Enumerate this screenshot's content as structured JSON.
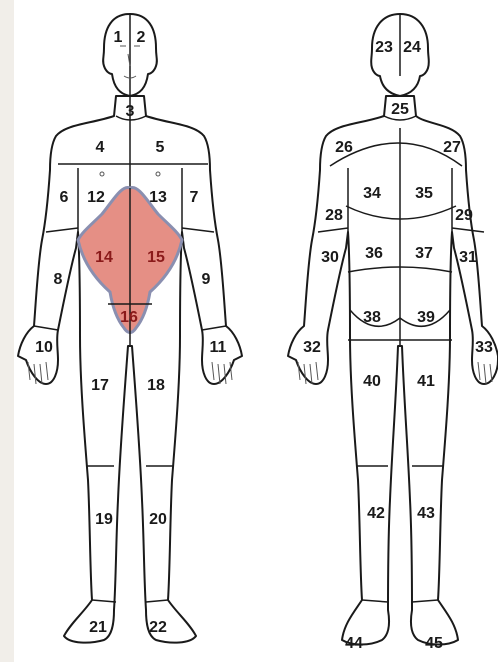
{
  "highlight_color": "#e58f85",
  "highlight_stroke": "#8a8fb0",
  "front_regions": [
    {
      "id": "1",
      "label": "1"
    },
    {
      "id": "2",
      "label": "2"
    },
    {
      "id": "3",
      "label": "3"
    },
    {
      "id": "4",
      "label": "4"
    },
    {
      "id": "5",
      "label": "5"
    },
    {
      "id": "6",
      "label": "6"
    },
    {
      "id": "7",
      "label": "7"
    },
    {
      "id": "8",
      "label": "8"
    },
    {
      "id": "9",
      "label": "9"
    },
    {
      "id": "10",
      "label": "10"
    },
    {
      "id": "11",
      "label": "11"
    },
    {
      "id": "12",
      "label": "12"
    },
    {
      "id": "13",
      "label": "13"
    },
    {
      "id": "14",
      "label": "14",
      "highlighted": true
    },
    {
      "id": "15",
      "label": "15",
      "highlighted": true
    },
    {
      "id": "16",
      "label": "16",
      "highlighted": true
    },
    {
      "id": "17",
      "label": "17"
    },
    {
      "id": "18",
      "label": "18"
    },
    {
      "id": "19",
      "label": "19"
    },
    {
      "id": "20",
      "label": "20"
    },
    {
      "id": "21",
      "label": "21"
    },
    {
      "id": "22",
      "label": "22"
    }
  ],
  "back_regions": [
    {
      "id": "23",
      "label": "23"
    },
    {
      "id": "24",
      "label": "24"
    },
    {
      "id": "25",
      "label": "25"
    },
    {
      "id": "26",
      "label": "26"
    },
    {
      "id": "27",
      "label": "27"
    },
    {
      "id": "28",
      "label": "28"
    },
    {
      "id": "29",
      "label": "29"
    },
    {
      "id": "30",
      "label": "30"
    },
    {
      "id": "31",
      "label": "31"
    },
    {
      "id": "32",
      "label": "32"
    },
    {
      "id": "33",
      "label": "33"
    },
    {
      "id": "34",
      "label": "34"
    },
    {
      "id": "35",
      "label": "35"
    },
    {
      "id": "36",
      "label": "36"
    },
    {
      "id": "37",
      "label": "37"
    },
    {
      "id": "38",
      "label": "38"
    },
    {
      "id": "39",
      "label": "39"
    },
    {
      "id": "40",
      "label": "40"
    },
    {
      "id": "41",
      "label": "41"
    },
    {
      "id": "42",
      "label": "42"
    },
    {
      "id": "43",
      "label": "43"
    },
    {
      "id": "44",
      "label": "44"
    },
    {
      "id": "45",
      "label": "45"
    }
  ]
}
